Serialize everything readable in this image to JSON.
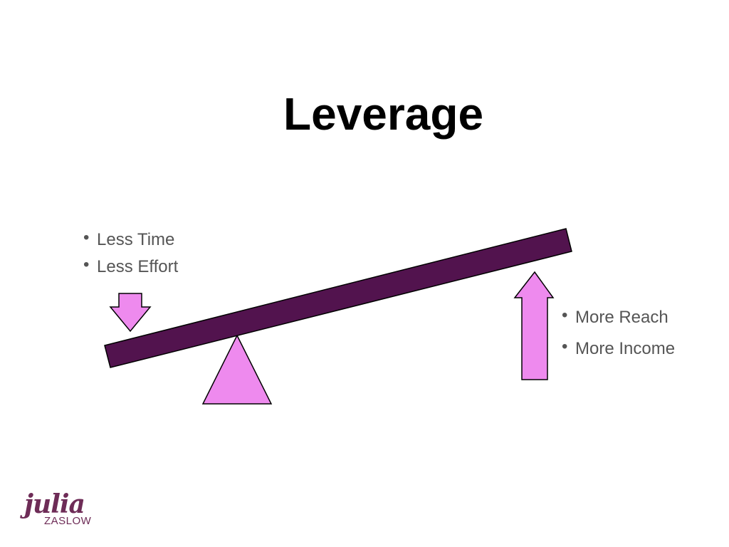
{
  "slide": {
    "title": "Leverage"
  },
  "left_bullets": [
    {
      "bullet": "•",
      "text": "Less Time"
    },
    {
      "bullet": "•",
      "text": "Less Effort"
    }
  ],
  "right_bullets": [
    {
      "bullet": "•",
      "text": "More Reach"
    },
    {
      "bullet": "•",
      "text": "More Income"
    }
  ],
  "logo": {
    "script": "julia",
    "subtitle": "ZASLOW"
  },
  "colors": {
    "beam": "#52134e",
    "accent_pink": "#ee8aee",
    "outline": "#000000",
    "bullet_text": "#555555",
    "logo": "#6e2c57"
  },
  "icons": {
    "down_arrow": "down-arrow-icon",
    "up_arrow": "up-arrow-icon",
    "fulcrum": "fulcrum-triangle"
  }
}
